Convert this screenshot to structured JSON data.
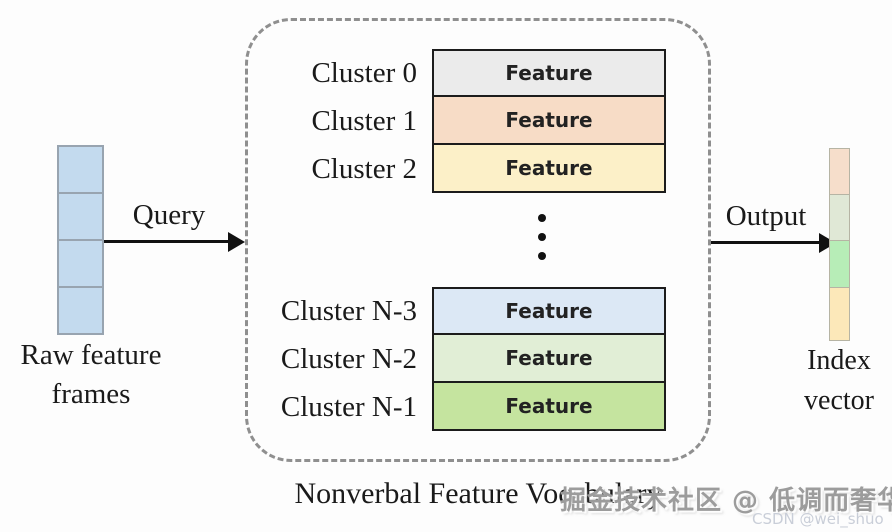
{
  "raw_frames": {
    "label_line1": "Raw feature",
    "label_line2": "frames",
    "cell_count": 4,
    "cell_color": "#c3daee"
  },
  "query": {
    "label": "Query"
  },
  "output": {
    "label": "Output"
  },
  "vocabulary": {
    "title": "Nonverbal Feature Vocabulary",
    "top_clusters": [
      {
        "label": "Cluster 0",
        "feature_label": "Feature",
        "color": "#ebebeb"
      },
      {
        "label": "Cluster 1",
        "feature_label": "Feature",
        "color": "#f7dcc6"
      },
      {
        "label": "Cluster 2",
        "feature_label": "Feature",
        "color": "#fcf0c8"
      }
    ],
    "bottom_clusters": [
      {
        "label": "Cluster N-3",
        "feature_label": "Feature",
        "color": "#dce8f5"
      },
      {
        "label": "Cluster N-2",
        "feature_label": "Feature",
        "color": "#e1eed6"
      },
      {
        "label": "Cluster N-1",
        "feature_label": "Feature",
        "color": "#c5e49f"
      }
    ]
  },
  "index_vector": {
    "label_line1": "Index",
    "label_line2": "vector",
    "segments": [
      "#f6decb",
      "#e0e8d6",
      "#b7edb7",
      "#fce8b9"
    ]
  },
  "watermarks": {
    "main": "掘金技术社区 @ 低调而奢华",
    "sub": "CSDN @wei_shuo"
  }
}
